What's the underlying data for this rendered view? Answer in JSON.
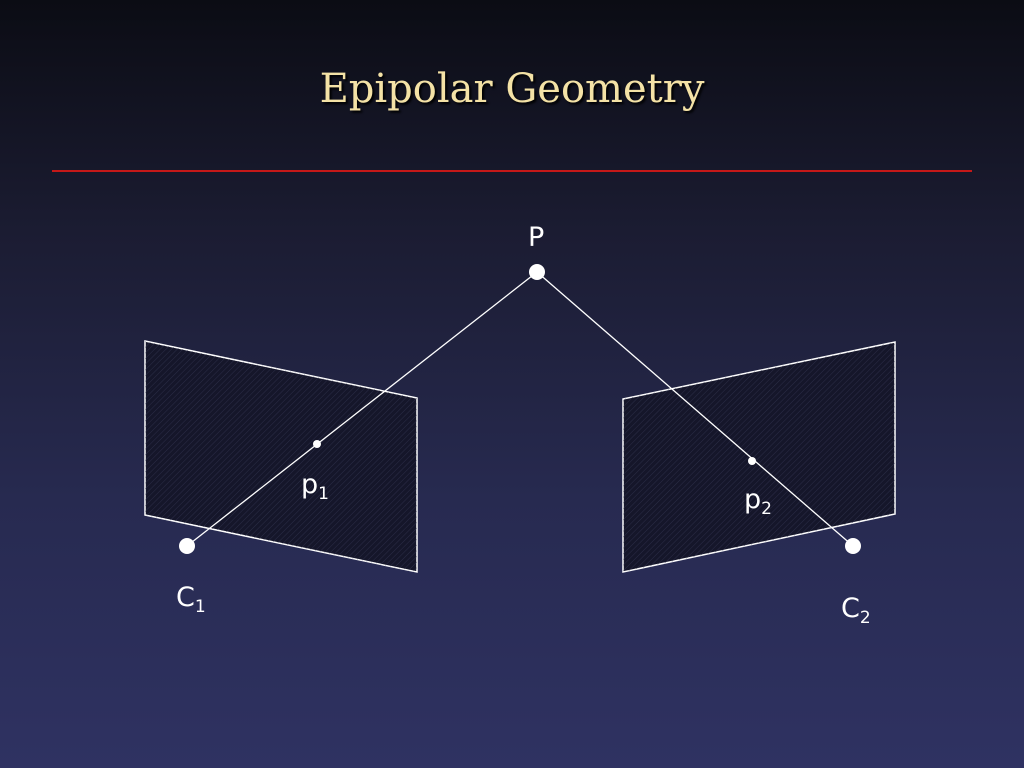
{
  "slide": {
    "title": "Epipolar Geometry",
    "colors": {
      "title": "#f4e2a6",
      "rule": "#c41818",
      "lines": "#ffffff",
      "background_top": "#0b0c14",
      "background_bottom": "#2f3262"
    }
  },
  "diagram": {
    "point_label": "P",
    "camera_1": {
      "label": "C",
      "subscript": "1"
    },
    "camera_2": {
      "label": "C",
      "subscript": "2"
    },
    "projection_1": {
      "label": "p",
      "subscript": "1"
    },
    "projection_2": {
      "label": "p",
      "subscript": "2"
    }
  }
}
